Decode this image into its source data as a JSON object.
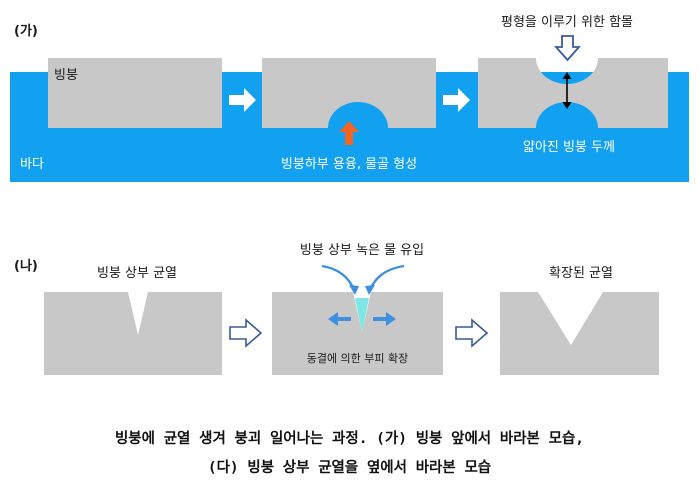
{
  "section_a": {
    "label": "(가)",
    "sea_label": "바다",
    "iceberg_label": "빙붕",
    "melting_label": "빙붕하부 용융, 물골 형성",
    "equilibrium_label": "평형을 이루기 위한 함몰",
    "thinning_label": "얇아진 빙붕 두께"
  },
  "section_b": {
    "label": "(나)",
    "crack_label": "빙붕 상부 균열",
    "meltwater_label": "빙붕 상부 녹은 물 유입",
    "freeze_label": "동결에 의한 부피 확장",
    "expanded_label": "확장된 균열"
  },
  "caption": {
    "line1": "빙붕에 균열 생겨 붕괴 일어나는 과정. (가) 빙붕 앞에서 바라본 모습,",
    "line2": "(다) 빙붕 상부 균열을 옆에서 바라본 모습"
  },
  "colors": {
    "sea": "#12a0f0",
    "ice": "#c8c8c8",
    "orange_arrow": "#f26522",
    "blue_arrow": "#3d8fe0",
    "meltwater": "#7fe6e6",
    "outline_arrow": "#3a5a9c"
  }
}
